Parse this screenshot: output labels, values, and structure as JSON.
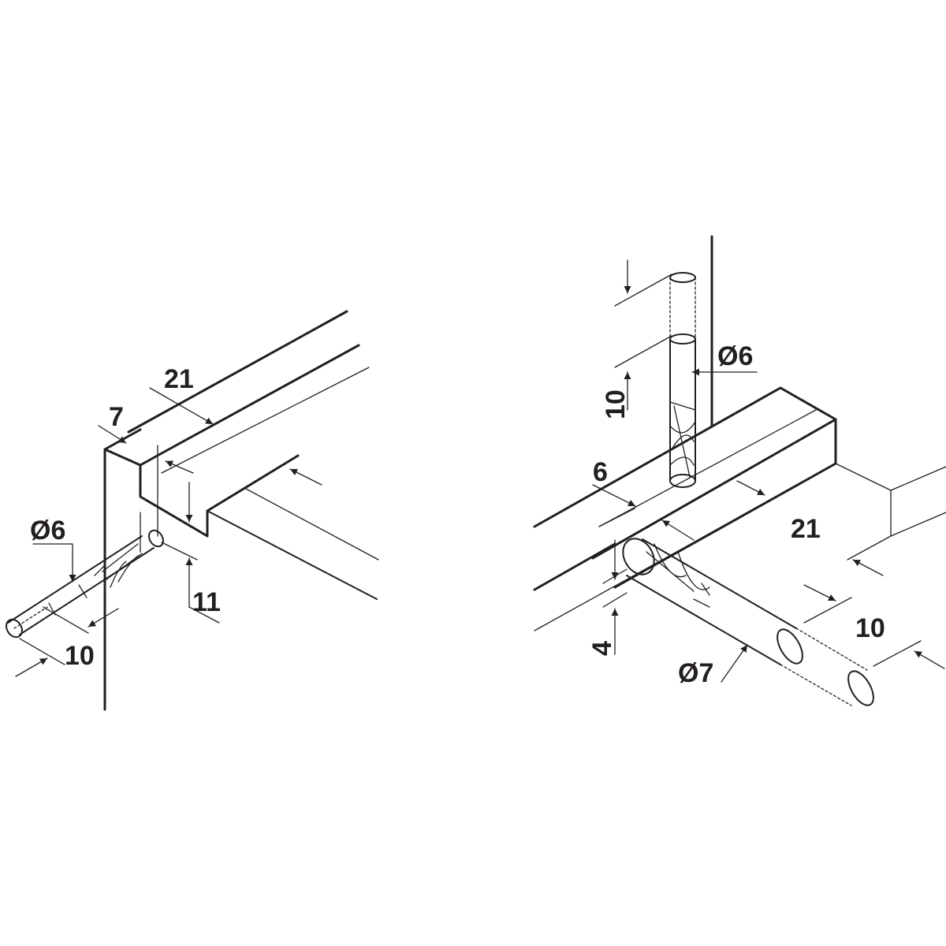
{
  "left_drawing": {
    "dim_width_groove": "21",
    "dim_edge_offset": "7",
    "dim_drill_diameter": "Ø6",
    "dim_drill_depth": "10",
    "dim_groove_height": "11"
  },
  "right_drawing": {
    "dim_vertical_drill_diameter": "Ø6",
    "dim_vertical_drill_depth": "10",
    "dim_edge_offset": "6",
    "dim_panel_width": "21",
    "dim_drill_height": "4",
    "dim_horizontal_drill_diameter": "Ø7",
    "dim_horizontal_drill_depth": "10"
  },
  "colors": {
    "line": "#231f20",
    "background": "#ffffff"
  }
}
